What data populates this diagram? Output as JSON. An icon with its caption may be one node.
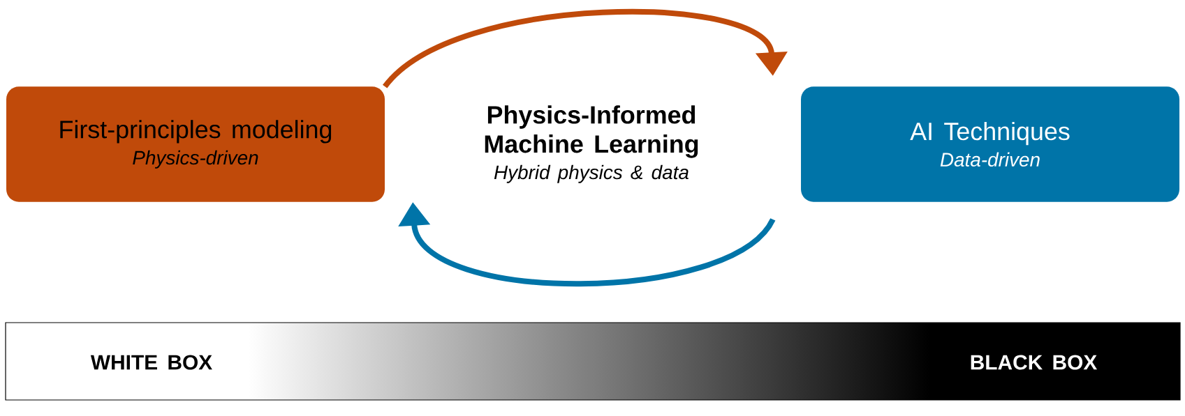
{
  "diagram": {
    "nodes": [
      {
        "text": [
          "First-principles modeling",
          "Physics-driven"
        ]
      },
      {
        "text": [
          "Physics-Informed Machine Learning",
          "Hybrid physics & data"
        ]
      },
      {
        "text": [
          "AI Techniques",
          "Data-driven"
        ]
      }
    ],
    "edges": [
      {
        "from": 0,
        "to": 2,
        "arrow": "to",
        "color": "#c04a0a"
      },
      {
        "from": 2,
        "to": 0,
        "arrow": "to",
        "color": "#0074a8"
      }
    ],
    "labels": [
      "WHITE BOX",
      "BLACK BOX"
    ]
  }
}
